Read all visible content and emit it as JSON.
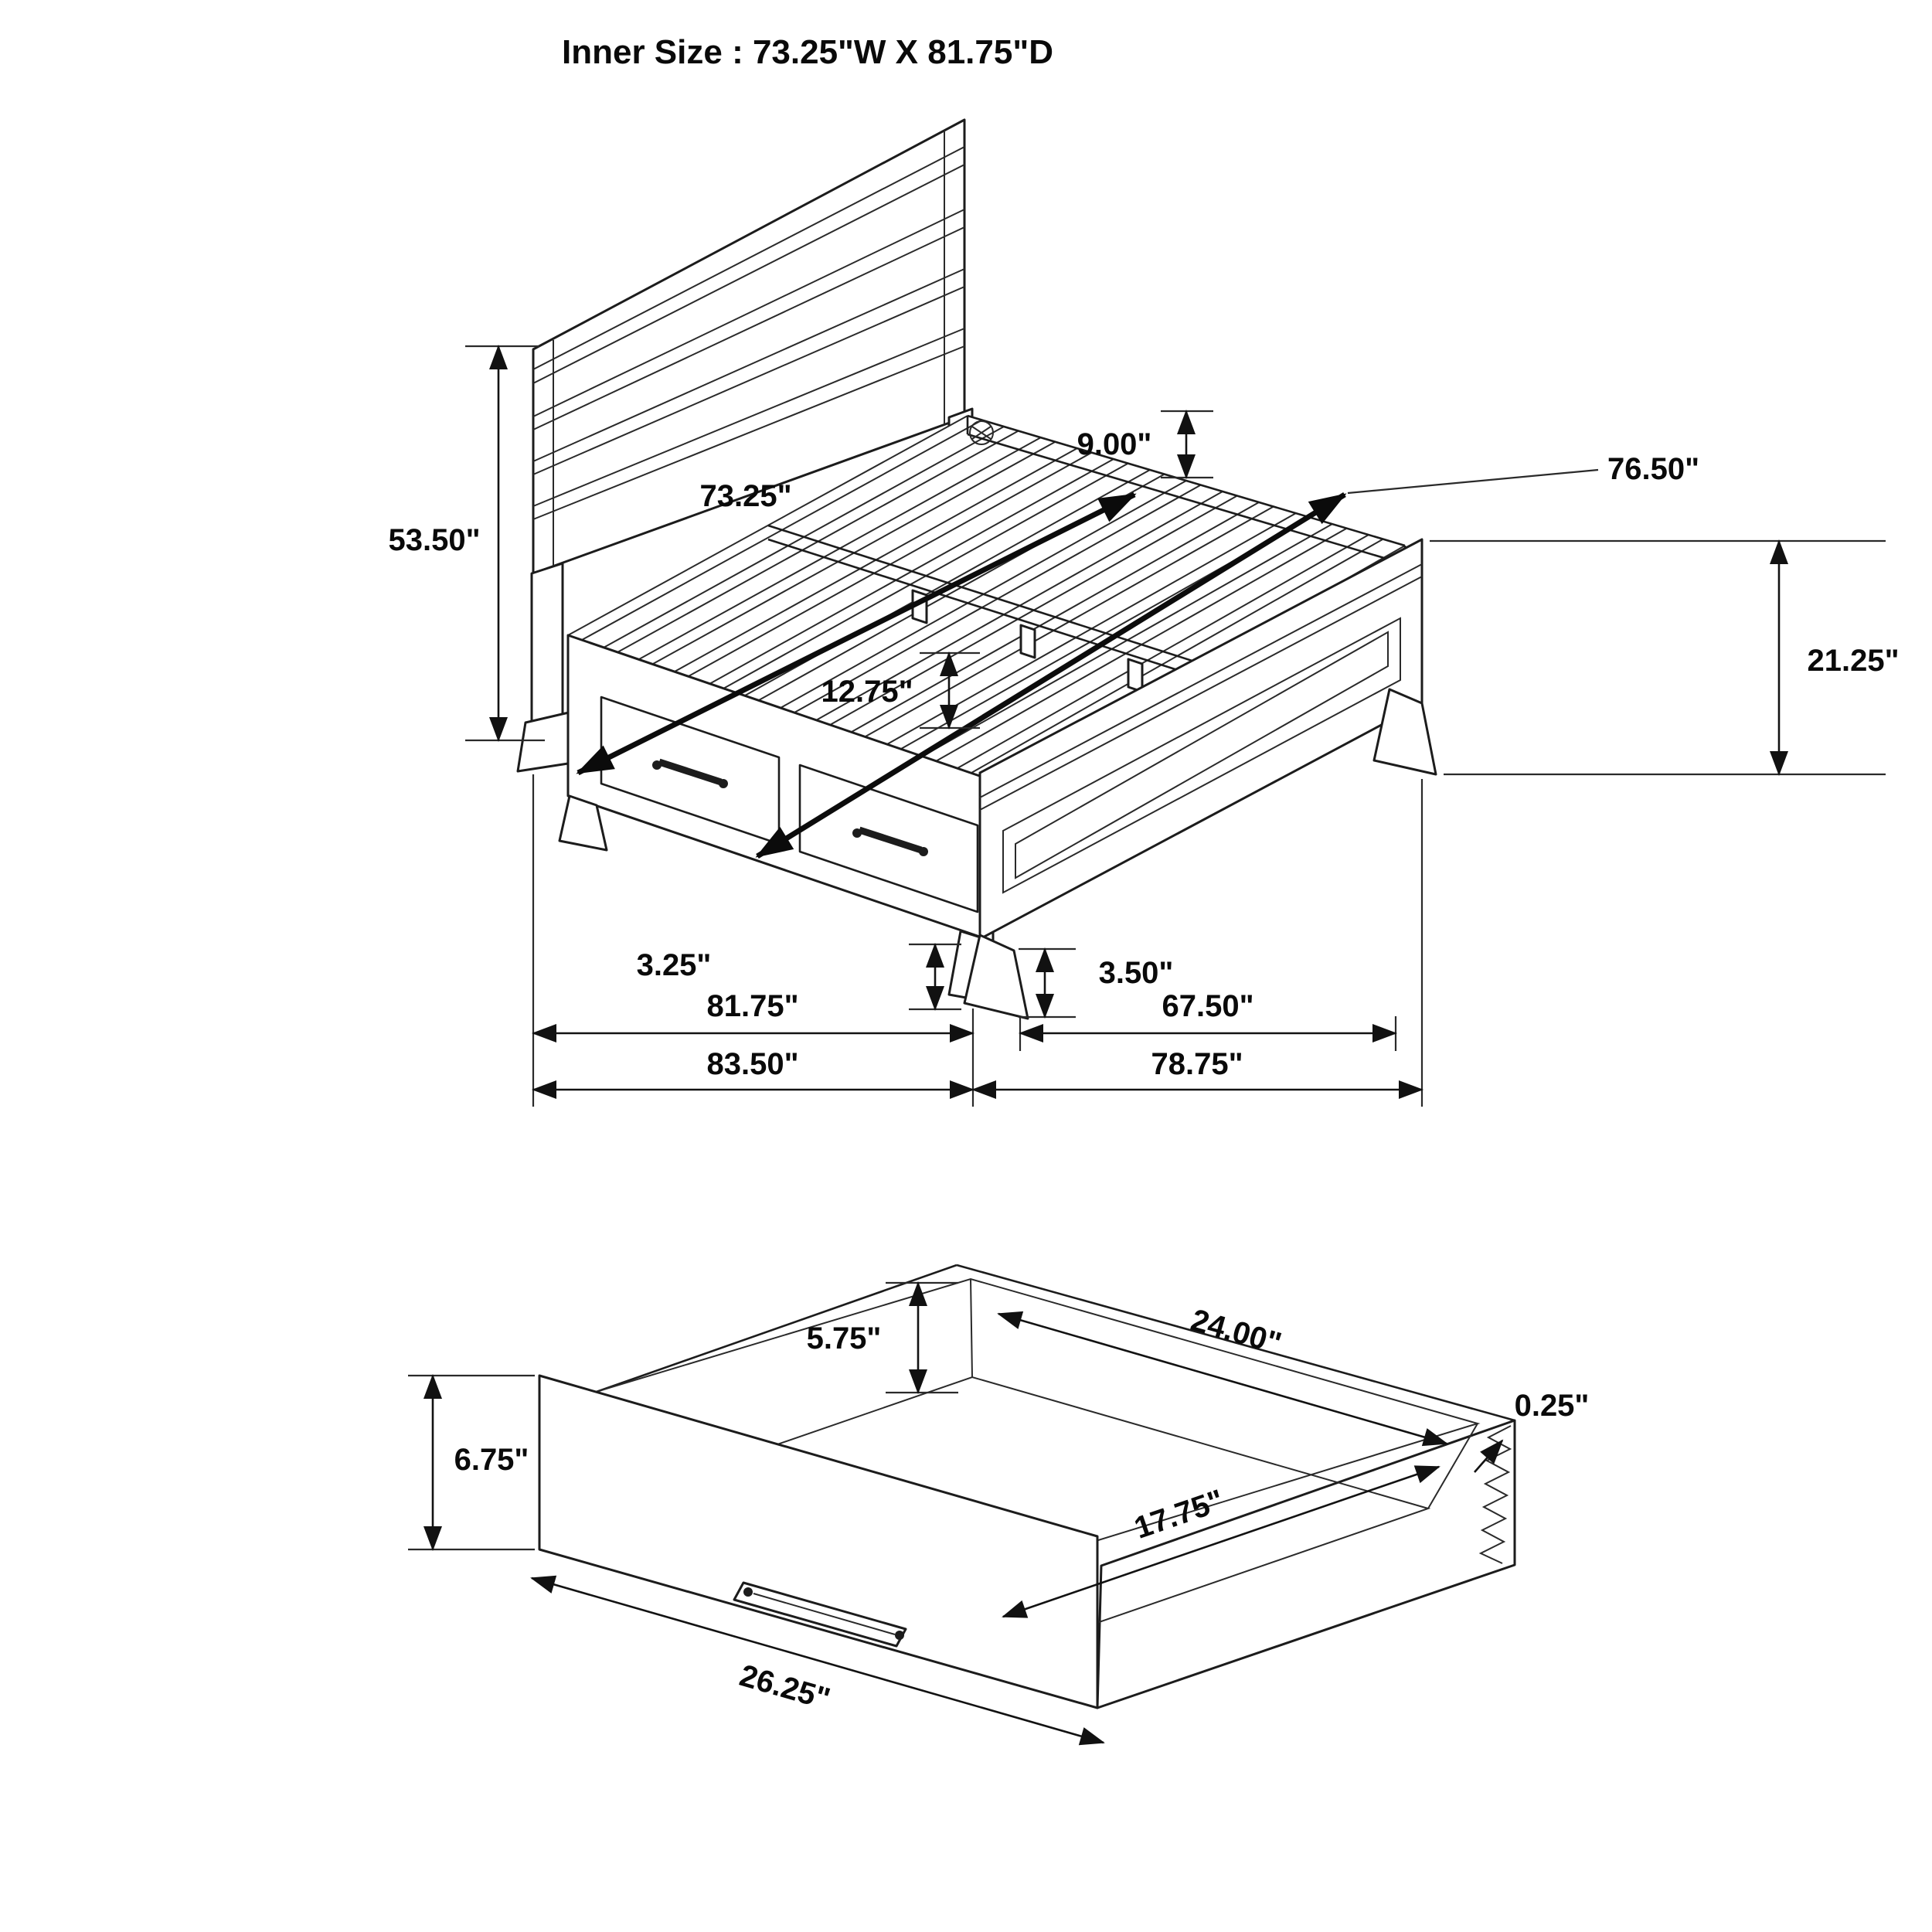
{
  "title": "Inner Size : 73.25\"W X 81.75\"D",
  "bed": {
    "headboard_height": "53.50\"",
    "slat_clearance": "9.00\"",
    "slat_length": "76.50\"",
    "inner_width": "73.25\"",
    "footboard_height": "21.25\"",
    "frame_height": "12.75\"",
    "front_leg_height": "3.25\"",
    "footboard_leg_height": "3.50\"",
    "inner_depth": "81.75\"",
    "footboard_width": "67.50\"",
    "outer_depth": "83.50\"",
    "outer_width": "78.75\""
  },
  "drawer": {
    "side_height": "5.75\"",
    "inner_width": "24.00\"",
    "wall_thickness": "0.25\"",
    "front_height": "6.75\"",
    "inner_depth": "17.75\"",
    "front_width": "26.25\""
  }
}
